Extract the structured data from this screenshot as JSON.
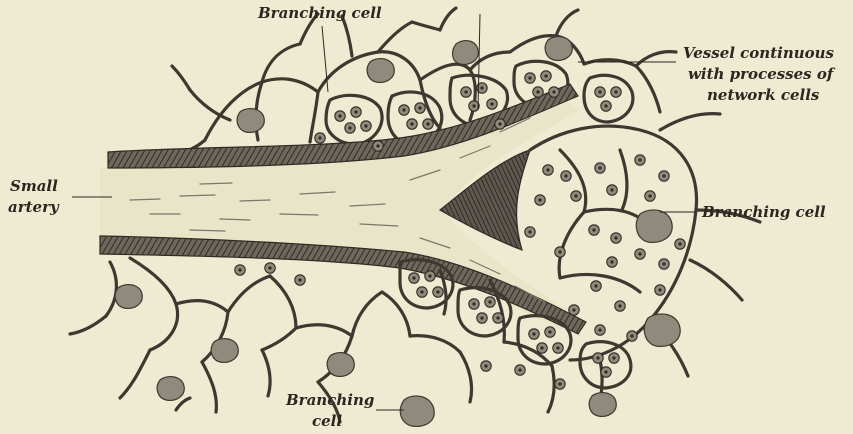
{
  "figure": {
    "labels": {
      "branching_cell_top": "Branching cell",
      "vessel_line1": "Vessel continuous",
      "vessel_line2": "with processes of",
      "vessel_line3": "network cells",
      "small_artery_line1": "Small",
      "small_artery_line2": "artery",
      "branching_cell_right": "Branching cell",
      "branching_cell_bottom_line1": "Branching",
      "branching_cell_bottom_line2": "cell"
    },
    "colors": {
      "background": "#eeebd2",
      "ink": "#2b2620",
      "tissue_gray": "#8f8a7c",
      "vessel_lumen": "#e9e5c9"
    }
  }
}
